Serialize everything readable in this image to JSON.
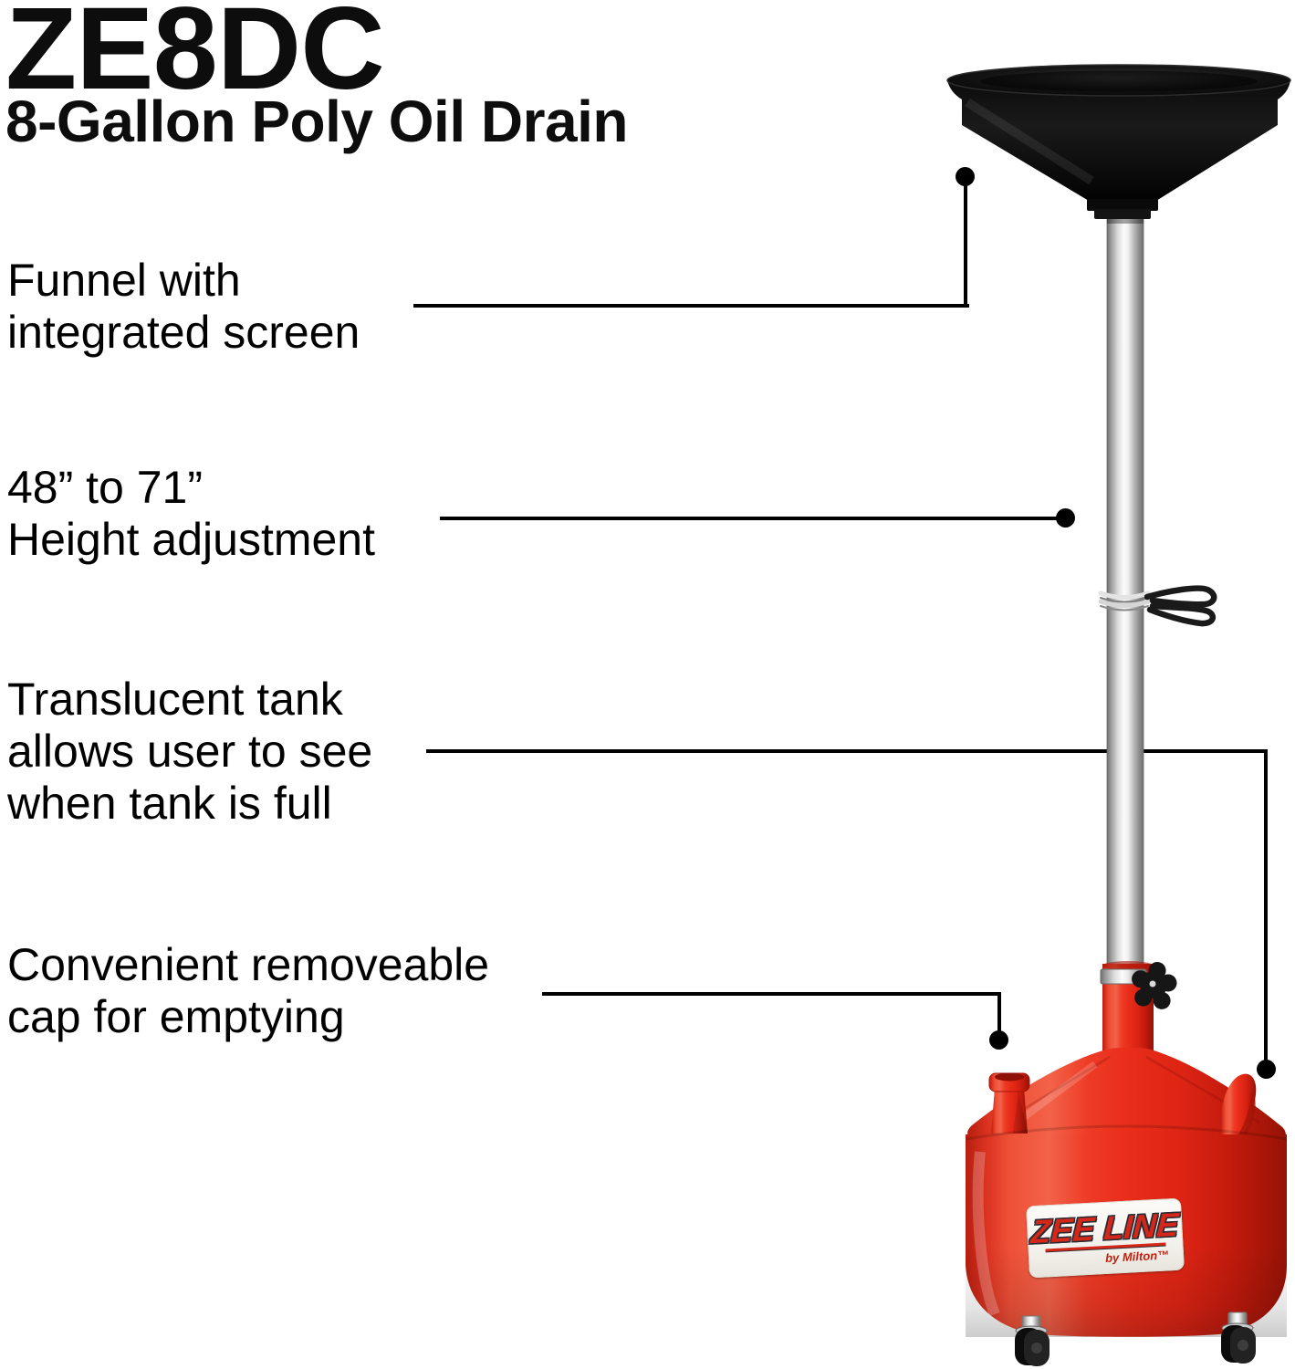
{
  "title": {
    "model": "ZE8DC",
    "subtitle": "8-Gallon Poly Oil Drain"
  },
  "callouts": [
    {
      "id": "funnel",
      "lines": [
        "Funnel with",
        "integrated screen"
      ]
    },
    {
      "id": "height",
      "lines": [
        "48” to 71”",
        "Height adjustment"
      ]
    },
    {
      "id": "tank",
      "lines": [
        "Translucent tank",
        "allows user to see",
        "when tank is full"
      ]
    },
    {
      "id": "cap",
      "lines": [
        "Convenient removeable",
        "cap for emptying"
      ]
    }
  ],
  "product": {
    "brand_label": "ZEE LINE",
    "brand_byline": "by Milton™",
    "colors": {
      "tank_red": "#e62a18",
      "funnel_black": "#0e0e0e",
      "pole_silver": "#c9c9c9",
      "leader_line": "#000000",
      "label_bg": "#f5f3ee",
      "brand_red": "#d4271a"
    }
  }
}
